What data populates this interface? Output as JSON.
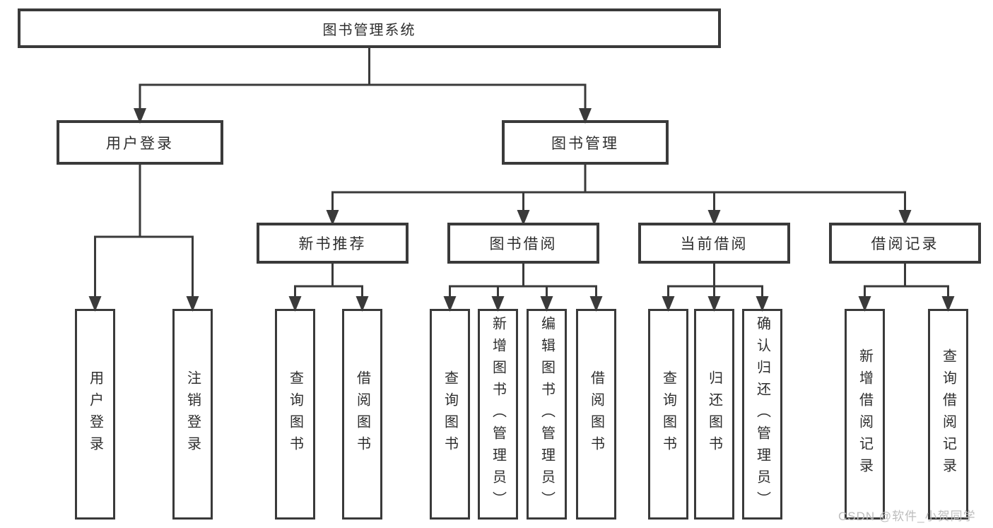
{
  "tree": {
    "label": "图书管理系统",
    "children": [
      {
        "label": "用户登录",
        "children": [
          {
            "label": "用户登录"
          },
          {
            "label": "注销登录"
          }
        ]
      },
      {
        "label": "图书管理",
        "children": [
          {
            "label": "新书推荐",
            "children": [
              {
                "label": "查询图书"
              },
              {
                "label": "借阅图书"
              }
            ]
          },
          {
            "label": "图书借阅",
            "children": [
              {
                "label": "查询图书"
              },
              {
                "label": "新增图书（管理员）"
              },
              {
                "label": "编辑图书（管理员）"
              },
              {
                "label": "借阅图书"
              }
            ]
          },
          {
            "label": "当前借阅",
            "children": [
              {
                "label": "查询图书"
              },
              {
                "label": "归还图书"
              },
              {
                "label": "确认归还（管理员）"
              }
            ]
          },
          {
            "label": "借阅记录",
            "children": [
              {
                "label": "新增借阅记录"
              },
              {
                "label": "查询借阅记录"
              }
            ]
          }
        ]
      }
    ]
  },
  "watermark": {
    "text": "CSDN @软件_小贺同学"
  },
  "colors": {
    "line": "#3a3a3a",
    "box_border": "#3a3a3a",
    "text": "#2e2e2e",
    "watermark": "#bdbdbd",
    "background": "#ffffff"
  }
}
